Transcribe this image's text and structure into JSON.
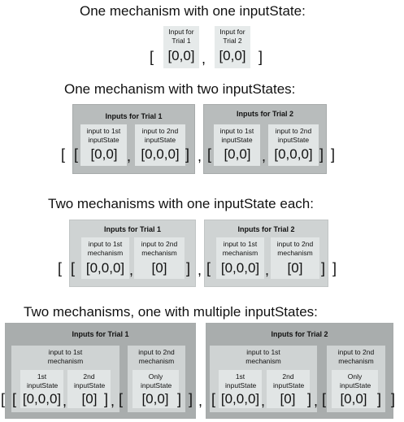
{
  "sections": [
    {
      "heading": "One mechanism with one inputState:",
      "labels": [
        "Input for Trial 1",
        "Input for Trial 2"
      ],
      "values": [
        "[0,0]",
        "[0,0]"
      ]
    },
    {
      "heading": "One mechanism with two inputStates:",
      "trials": [
        {
          "title": "Inputs for Trial 1",
          "labels": [
            "input to 1st inputState",
            "input to 2nd inputState"
          ],
          "values": [
            "[0,0]",
            "[0,0,0]"
          ]
        },
        {
          "title": "Inputs for Trial 2",
          "labels": [
            "input to 1st inputState",
            "input to 2nd inputState"
          ],
          "values": [
            "[0,0]",
            "[0,0,0]"
          ]
        }
      ]
    },
    {
      "heading": "Two mechanisms with one inputState each:",
      "trials": [
        {
          "title": "Inputs for Trial 1",
          "labels": [
            "input to 1st mechanism",
            "input to 2nd mechanism"
          ],
          "values": [
            "[0,0,0]",
            "[0]"
          ]
        },
        {
          "title": "Inputs for Trial 2",
          "labels": [
            "input to 1st mechanism",
            "input to 2nd mechanism"
          ],
          "values": [
            "[0,0,0]",
            "[0]"
          ]
        }
      ]
    },
    {
      "heading": "Two mechanisms, one with multiple inputStates:",
      "trials": [
        {
          "title": "Inputs for Trial 1",
          "mech1_label": "input to 1st mechanism",
          "mech2_label": "input to 2nd mechanism",
          "sub_labels": [
            "1st inputState",
            "2nd inputState",
            "Only inputState"
          ],
          "values": [
            "[0,0,0]",
            "[0]",
            "[0,0]"
          ]
        },
        {
          "title": "Inputs for Trial 2",
          "mech1_label": "input to 1st mechanism",
          "mech2_label": "input to 2nd mechanism",
          "sub_labels": [
            "1st inputState",
            "2nd inputState",
            "Only inputState"
          ],
          "values": [
            "[0,0,0]",
            "[0]",
            "[0,0]"
          ]
        }
      ]
    }
  ],
  "symbols": {
    "open": "[",
    "close": "]",
    "comma": ","
  }
}
